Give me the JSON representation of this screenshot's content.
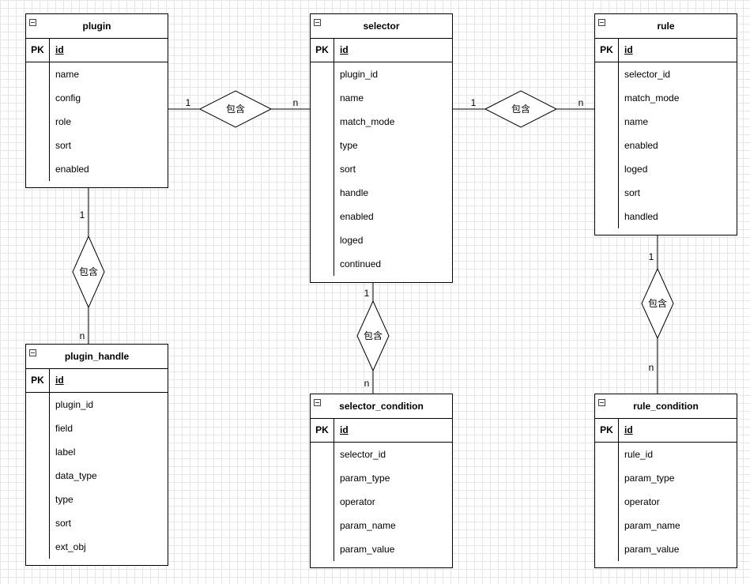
{
  "entities": {
    "plugin": {
      "title": "plugin",
      "pk_label": "PK",
      "pk_field": "id",
      "fields": [
        "name",
        "config",
        "role",
        "sort",
        "enabled"
      ]
    },
    "selector": {
      "title": "selector",
      "pk_label": "PK",
      "pk_field": "id",
      "fields": [
        "plugin_id",
        "name",
        "match_mode",
        "type",
        "sort",
        "handle",
        "enabled",
        "loged",
        "continued"
      ]
    },
    "rule": {
      "title": "rule",
      "pk_label": "PK",
      "pk_field": "id",
      "fields": [
        "selector_id",
        "match_mode",
        "name",
        "enabled",
        "loged",
        "sort",
        "handled"
      ]
    },
    "plugin_handle": {
      "title": "plugin_handle",
      "pk_label": "PK",
      "pk_field": "id",
      "fields": [
        "plugin_id",
        "field",
        "label",
        "data_type",
        "type",
        "sort",
        "ext_obj"
      ]
    },
    "selector_condition": {
      "title": "selector_condition",
      "pk_label": "PK",
      "pk_field": "id",
      "fields": [
        "selector_id",
        "param_type",
        "operator",
        "param_name",
        "param_value"
      ]
    },
    "rule_condition": {
      "title": "rule_condition",
      "pk_label": "PK",
      "pk_field": "id",
      "fields": [
        "rule_id",
        "param_type",
        "operator",
        "param_name",
        "param_value"
      ]
    }
  },
  "relationships": {
    "plugin_selector": {
      "label": "包含",
      "from_card": "1",
      "to_card": "n"
    },
    "selector_rule": {
      "label": "包含",
      "from_card": "1",
      "to_card": "n"
    },
    "plugin_plugin_handle": {
      "label": "包含",
      "from_card": "1",
      "to_card": "n"
    },
    "selector_selector_condition": {
      "label": "包含",
      "from_card": "1",
      "to_card": "n"
    },
    "rule_rule_condition": {
      "label": "包含",
      "from_card": "1",
      "to_card": "n"
    }
  }
}
